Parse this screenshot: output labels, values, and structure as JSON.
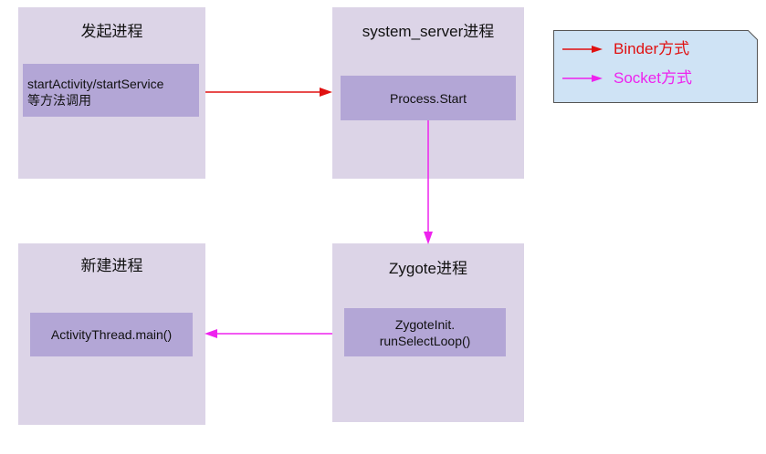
{
  "colors": {
    "process_bg": "#dcd4e7",
    "inner_bg": "#b3a6d6",
    "binder": "#e01010",
    "socket": "#ee22ee",
    "legend_bg": "#cfe3f5"
  },
  "processes": {
    "initiator": {
      "title": "发起进程",
      "box_lines": [
        "startActivity/startService",
        "等方法调用"
      ]
    },
    "system_server": {
      "title": "system_server进程",
      "box_label": "Process.Start"
    },
    "new_process": {
      "title": "新建进程",
      "box_label": "ActivityThread.main()"
    },
    "zygote": {
      "title": "Zygote进程",
      "box_lines": [
        "ZygoteInit.",
        "runSelectLoop()"
      ]
    }
  },
  "legend": {
    "binder_label": "Binder方式",
    "socket_label": "Socket方式"
  }
}
